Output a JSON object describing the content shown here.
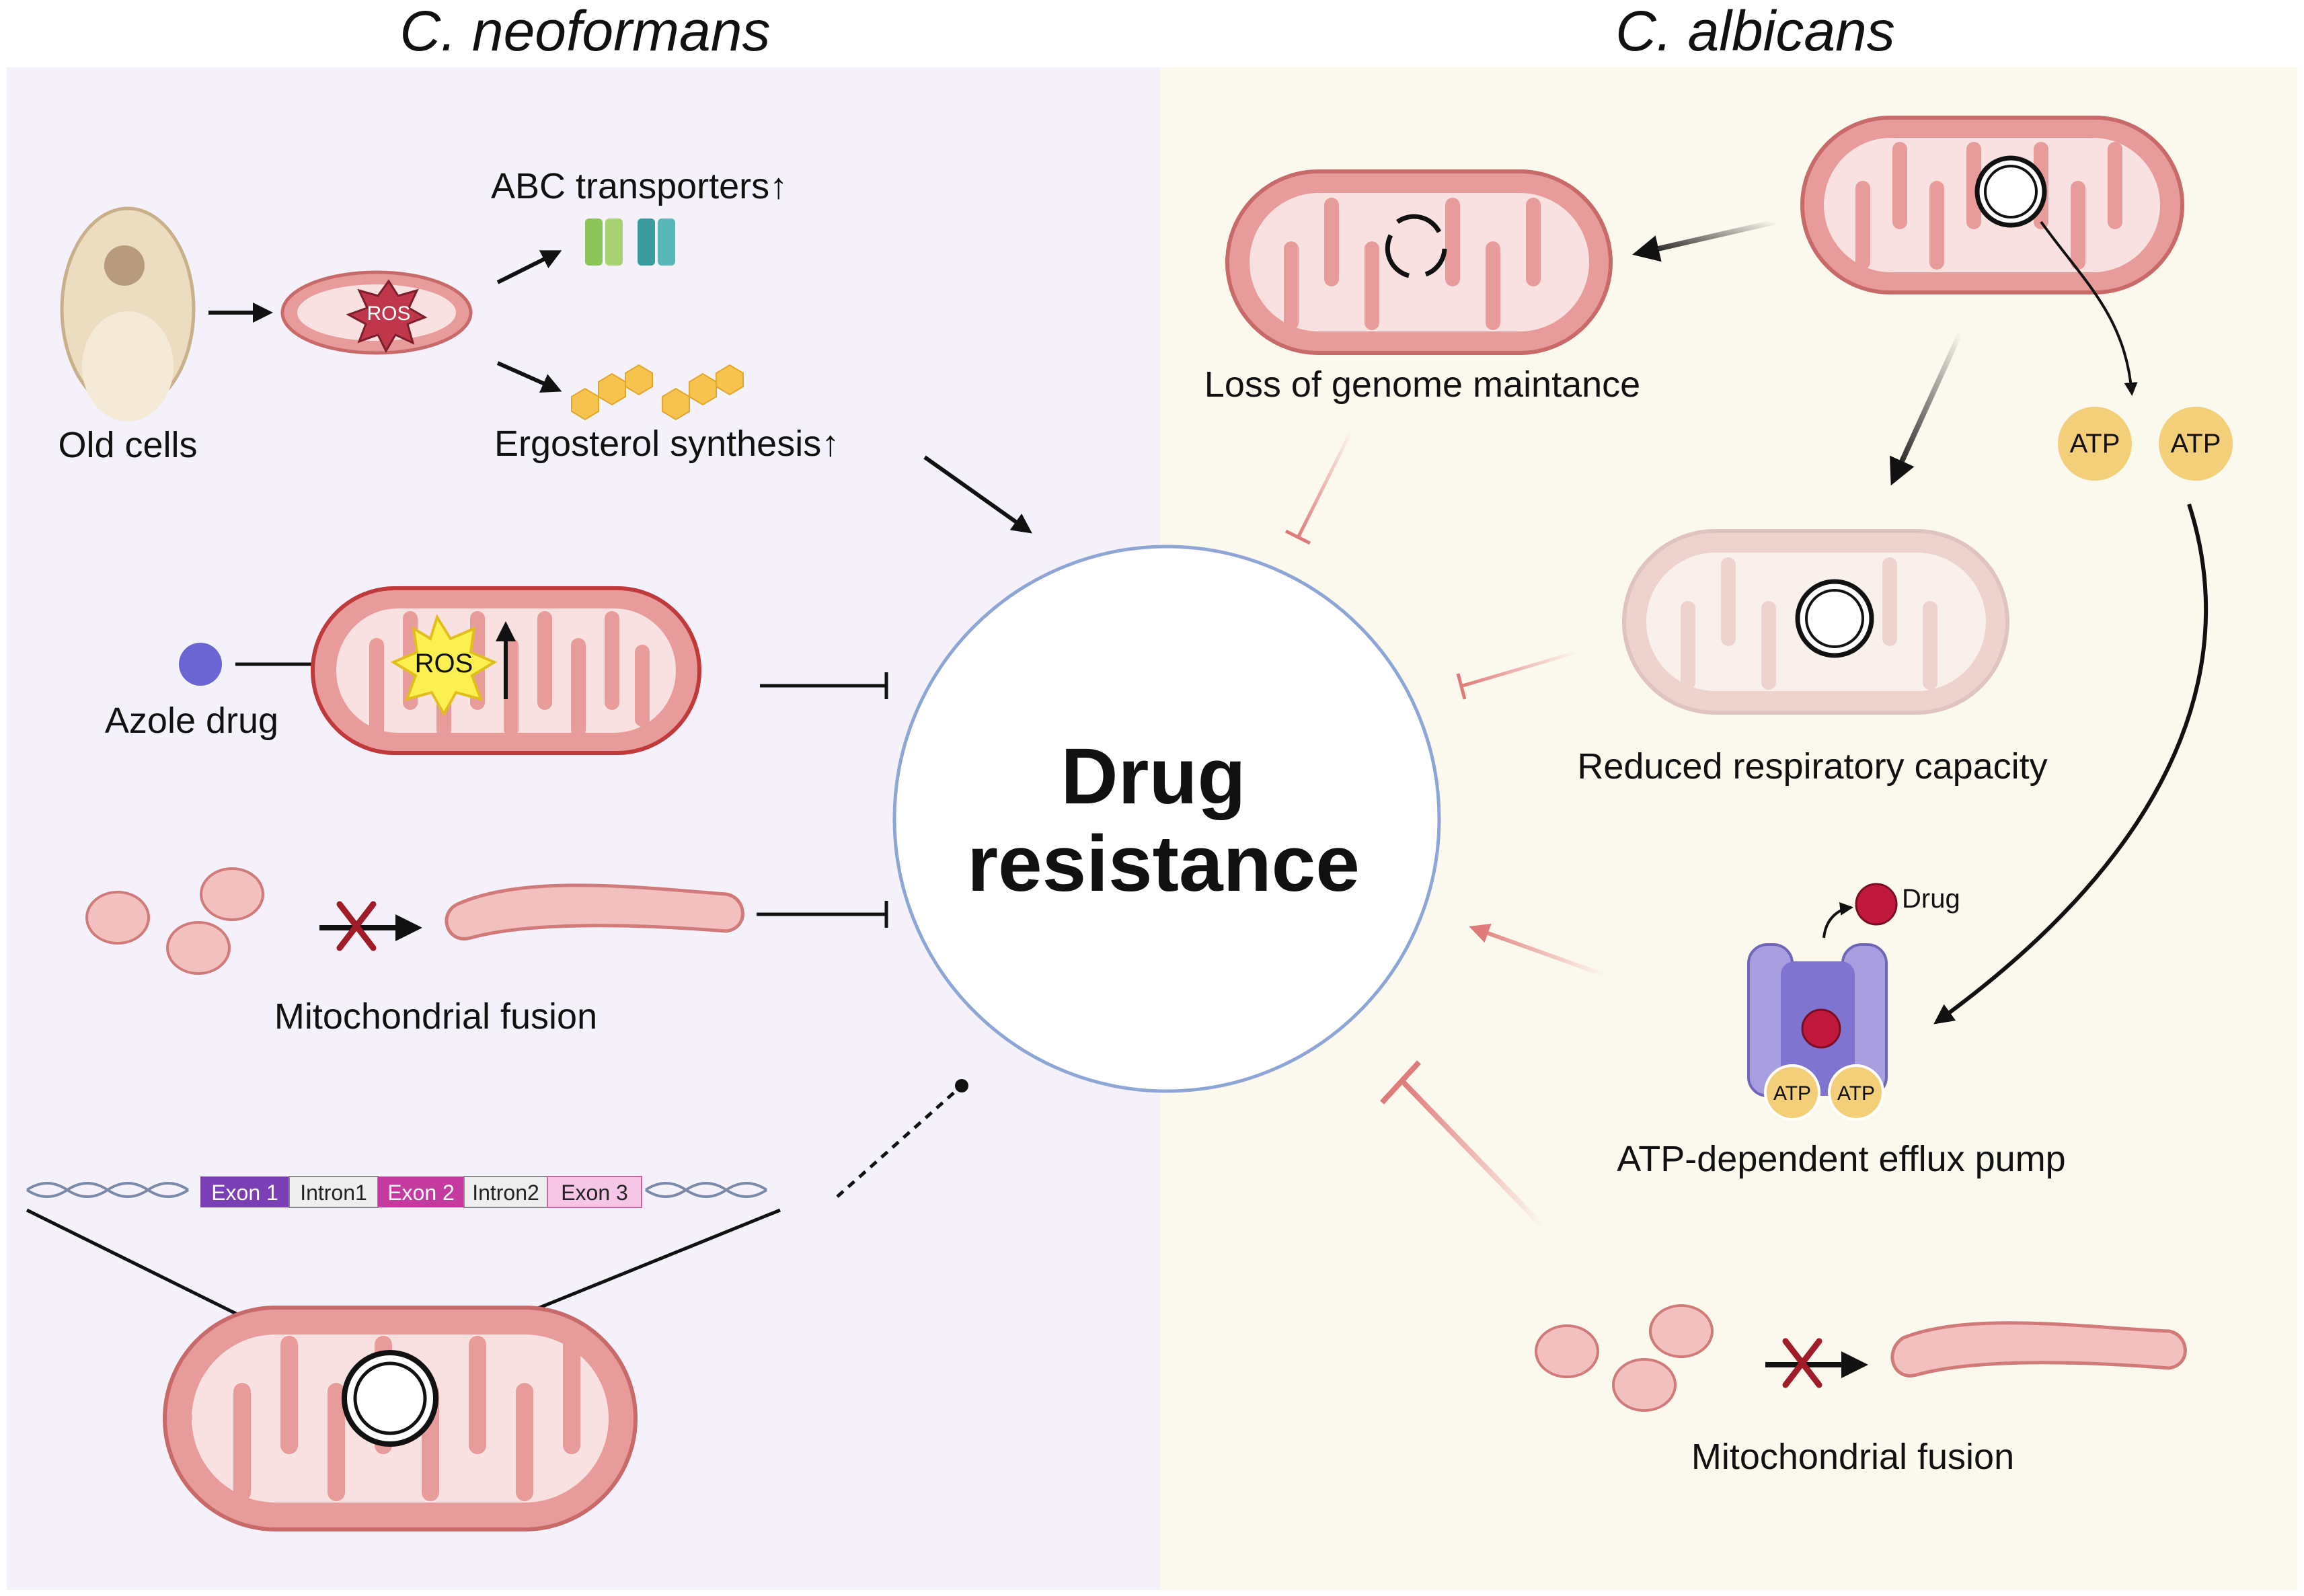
{
  "titles": {
    "left": "C. neoformans",
    "right": "C. albicans"
  },
  "center": {
    "line1": "Drug",
    "line2": "resistance"
  },
  "left_panel": {
    "old_cells": "Old cells",
    "ros_small": "ROS",
    "abc": "ABC transporters↑",
    "ergosterol": "Ergosterol synthesis↑",
    "azole": "Azole drug",
    "ros_big": "ROS",
    "fusion": "Mitochondrial fusion",
    "exons": [
      "Exon 1",
      "Intron1",
      "Exon 2",
      "Intron2",
      "Exon 3"
    ]
  },
  "right_panel": {
    "genome": "Loss of genome maintance",
    "respiratory": "Reduced respiratory capacity",
    "atp1": "ATP",
    "atp2": "ATP",
    "drug": "Drug",
    "pump_atp1": "ATP",
    "pump_atp2": "ATP",
    "efflux": "ATP-dependent efflux pump",
    "fusion": "Mitochondrial fusion"
  },
  "colors": {
    "left_bg": "#f4f1fb",
    "right_bg": "#fbf8ee",
    "mito_fill": "#e89b9b",
    "mito_stroke": "#c96a6a",
    "mito_inner": "#f9e1e1",
    "circle_stroke": "#8ea6d6",
    "inhibit_red": "#e07b7b",
    "atp_yellow": "#f3cf7a",
    "pump_purple": "#9d93db",
    "drug_red": "#c0193d"
  }
}
